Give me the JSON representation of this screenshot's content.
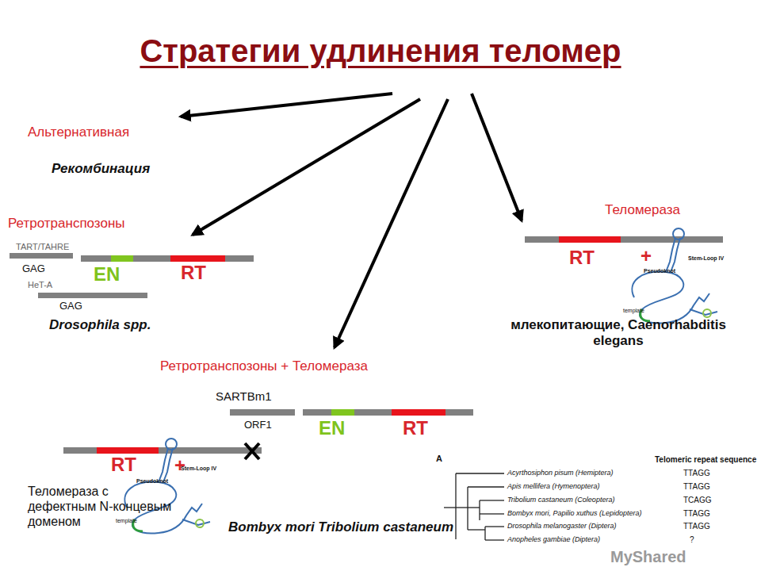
{
  "diagram": {
    "title": "Стратегии удлинения теломер",
    "labels": [
      "Альтернативная",
      "Рекомбинация",
      "Ретротранспозоны",
      "TART/TAHRE",
      "GAG",
      "EN",
      "RT",
      "HeT-A",
      "GAG",
      "Drosophila spp.",
      "Теломераза",
      "RT",
      "+",
      "Stem-Loop IV",
      "Pseudoknot",
      "template",
      "млекопитающие, Caenorhabditis elegans",
      "Ретротранспозоны + Теломераза",
      "SARTBm1",
      "ORF1",
      "EN",
      "RT",
      "RT",
      "+",
      "Stem-Loop IV",
      "Pseudoknot",
      "template",
      "Теломераза с дефектным N-концевым доменом",
      "Bombyx mori Tribolium castaneum",
      "A",
      "Telomeric repeat sequence",
      "Acyrthosiphon pisum (Hemiptera)",
      "Apis mellifera (Hymenoptera)",
      "Tribolium castaneum (Coleoptera)",
      "Bombyx mori, Papilio xuthus (Lepidoptera)",
      "Drosophila melanogaster (Diptera)",
      "Anopheles gambiae (Diptera)",
      "TTAGG",
      "TTAGG",
      "TCAGG",
      "TTAGG",
      "TTAGG",
      "?",
      "MyShared"
    ]
  }
}
